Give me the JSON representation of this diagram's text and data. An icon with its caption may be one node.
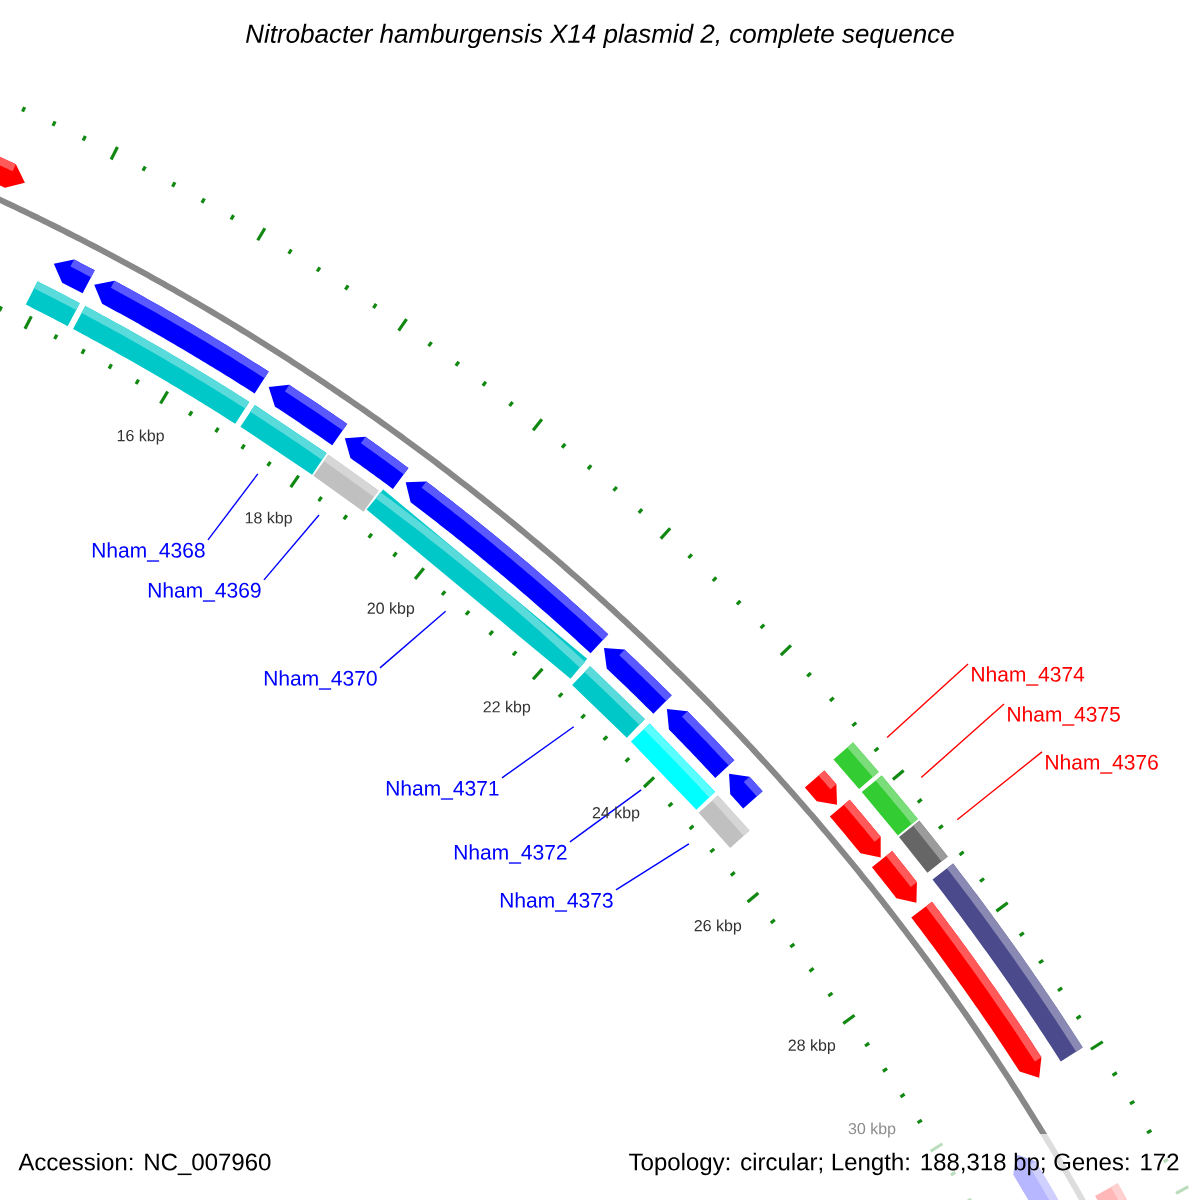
{
  "diagram": {
    "title": "Nitrobacter hamburgensis X14 plasmid 2, complete sequence",
    "nodes": [
      {
        "text": [
          "Nham_4368"
        ]
      },
      {
        "text": [
          "Nham_4369"
        ]
      },
      {
        "text": [
          "Nham_4370"
        ]
      },
      {
        "text": [
          "Nham_4371"
        ]
      },
      {
        "text": [
          "Nham_4372"
        ]
      },
      {
        "text": [
          "Nham_4373"
        ]
      },
      {
        "text": [
          "Nham_4374"
        ]
      },
      {
        "text": [
          "Nham_4375"
        ]
      },
      {
        "text": [
          "Nham_4376"
        ]
      },
      {
        "text": [],
        "shape": "bar"
      },
      {
        "text": [],
        "shape": "bar"
      },
      {
        "text": [],
        "shape": "bar"
      },
      {
        "text": [],
        "shape": "bar"
      },
      {
        "text": [],
        "shape": "bar"
      },
      {
        "text": [],
        "shape": "bar"
      },
      {
        "text": [],
        "shape": "bar"
      },
      {
        "text": [],
        "shape": "bar"
      },
      {
        "text": [],
        "shape": "bar"
      }
    ],
    "edges": [
      {
        "from": 0,
        "to": 9,
        "arrow": "none"
      },
      {
        "from": 1,
        "to": 10,
        "arrow": "none"
      },
      {
        "from": 2,
        "to": 11,
        "arrow": "none"
      },
      {
        "from": 3,
        "to": 12,
        "arrow": "none"
      },
      {
        "from": 4,
        "to": 13,
        "arrow": "none"
      },
      {
        "from": 5,
        "to": 14,
        "arrow": "none"
      },
      {
        "from": 6,
        "to": 15,
        "arrow": "none",
        "color": "#ff0000"
      },
      {
        "from": 7,
        "to": 16,
        "arrow": "none",
        "color": "#ff0000"
      },
      {
        "from": 8,
        "to": 17,
        "arrow": "none",
        "color": "#ff0000"
      }
    ],
    "labels": [
      "16 kbp",
      "18 kbp",
      "20 kbp",
      "22 kbp",
      "24 kbp",
      "26 kbp",
      "28 kbp",
      "30 kbp",
      "Accession: NC_007960",
      "Topology: circular; Length: 188,318 bp; Genes: 172"
    ]
  }
}
